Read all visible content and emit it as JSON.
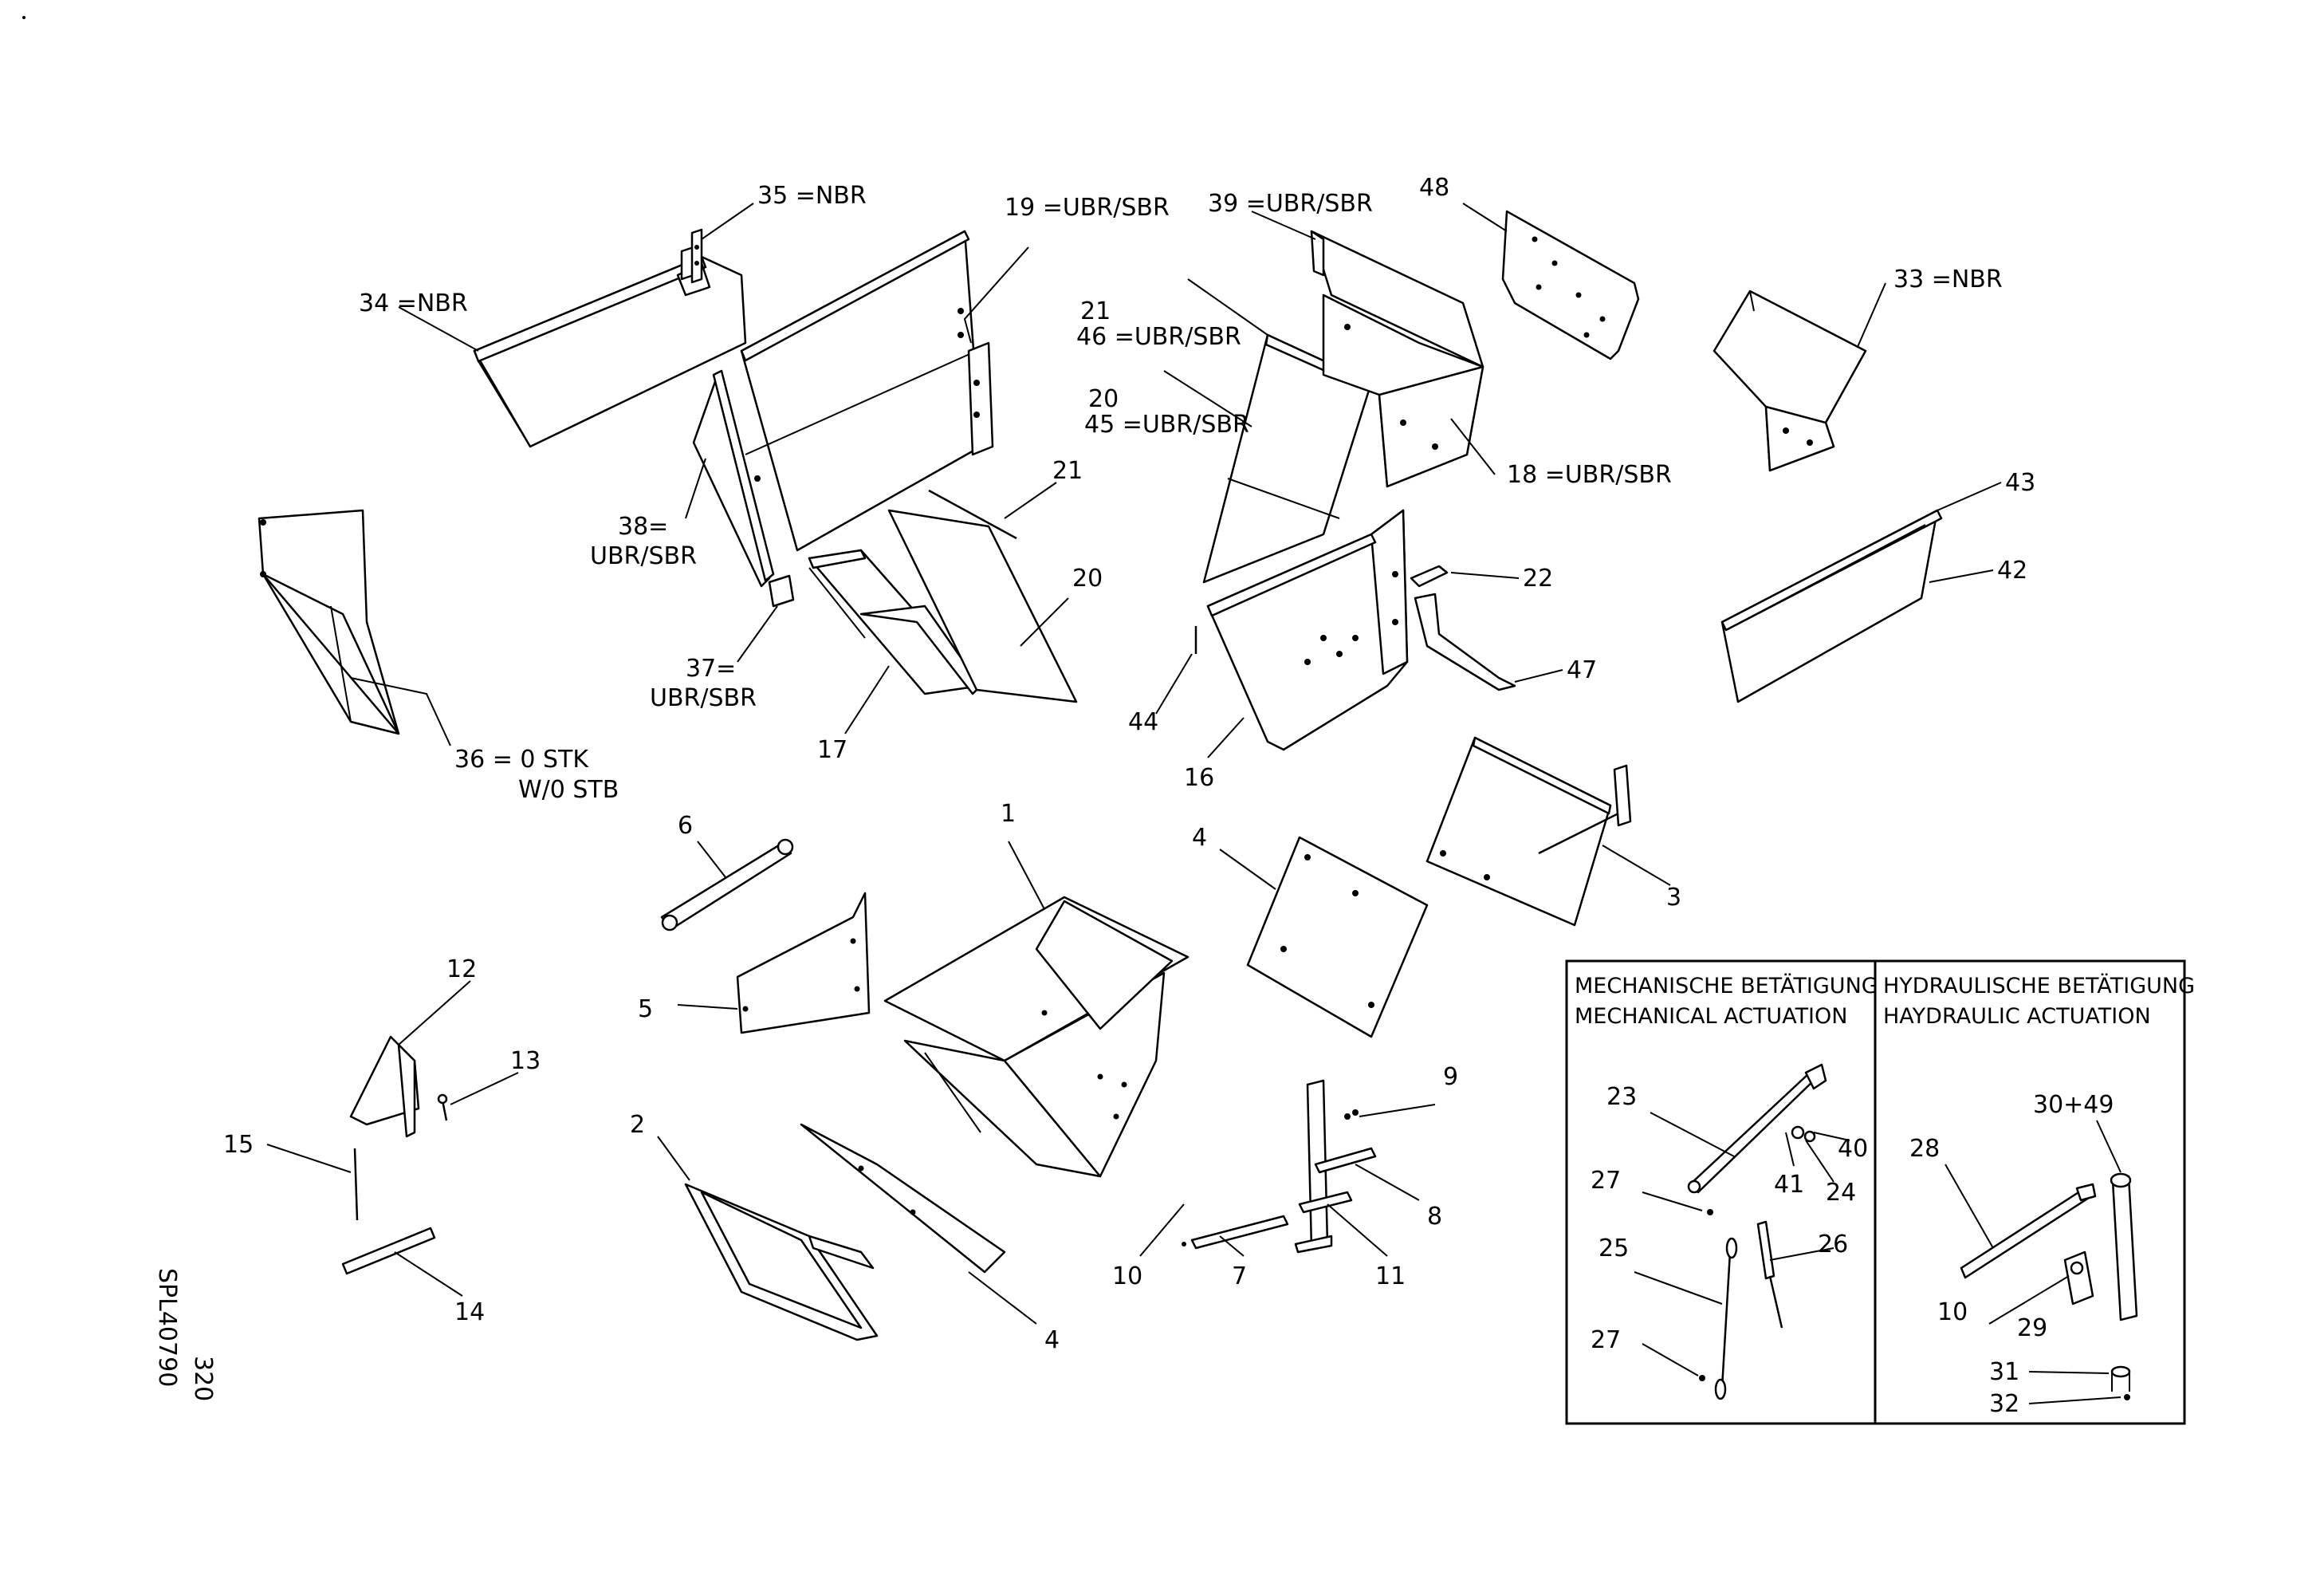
{
  "labels": {
    "l35": "35 =NBR",
    "l34": "34 =NBR",
    "l19": "19 =UBR/SBR",
    "l39": "39 =UBR/SBR",
    "l48": "48",
    "l33": "33 =NBR",
    "l21a": "21",
    "l46": "46 =UBR/SBR",
    "l20a": "20",
    "l45": "45 =UBR/SBR",
    "l18": "18 =UBR/SBR",
    "l38a": "38=",
    "l38b": "UBR/SBR",
    "l21b": "21",
    "l20b": "20",
    "l37a": "37=",
    "l37b": "UBR/SBR",
    "l17": "17",
    "l36a": "36 = 0 STK",
    "l36b": "W/0 STB",
    "l22": "22",
    "l47": "47",
    "l44": "44",
    "l16": "16",
    "l43": "43",
    "l42": "42",
    "l6": "6",
    "l1": "1",
    "l4a": "4",
    "l3": "3",
    "l5": "5",
    "l12": "12",
    "l13": "13",
    "l15": "15",
    "l14": "14",
    "l2": "2",
    "l4b": "4",
    "l9": "9",
    "l8": "8",
    "l10": "10",
    "l7": "7",
    "l11": "11"
  },
  "inset": {
    "mechanical_de": "MECHANISCHE BETÄTIGUNG",
    "mechanical_en": "MECHANICAL ACTUATION",
    "hydraulic_de": "HYDRAULISCHE BETÄTIGUNG",
    "hydraulic_en": "HAYDRAULIC ACTUATION",
    "l23": "23",
    "l40": "40",
    "l27a": "27",
    "l41": "41",
    "l24": "24",
    "l25": "25",
    "l26": "26",
    "l27b": "27",
    "l30": "30+49",
    "l28": "28",
    "l10": "10",
    "l29": "29",
    "l31": "31",
    "l32": "32"
  },
  "drawing_code": "SPL40790",
  "page_number": "320"
}
